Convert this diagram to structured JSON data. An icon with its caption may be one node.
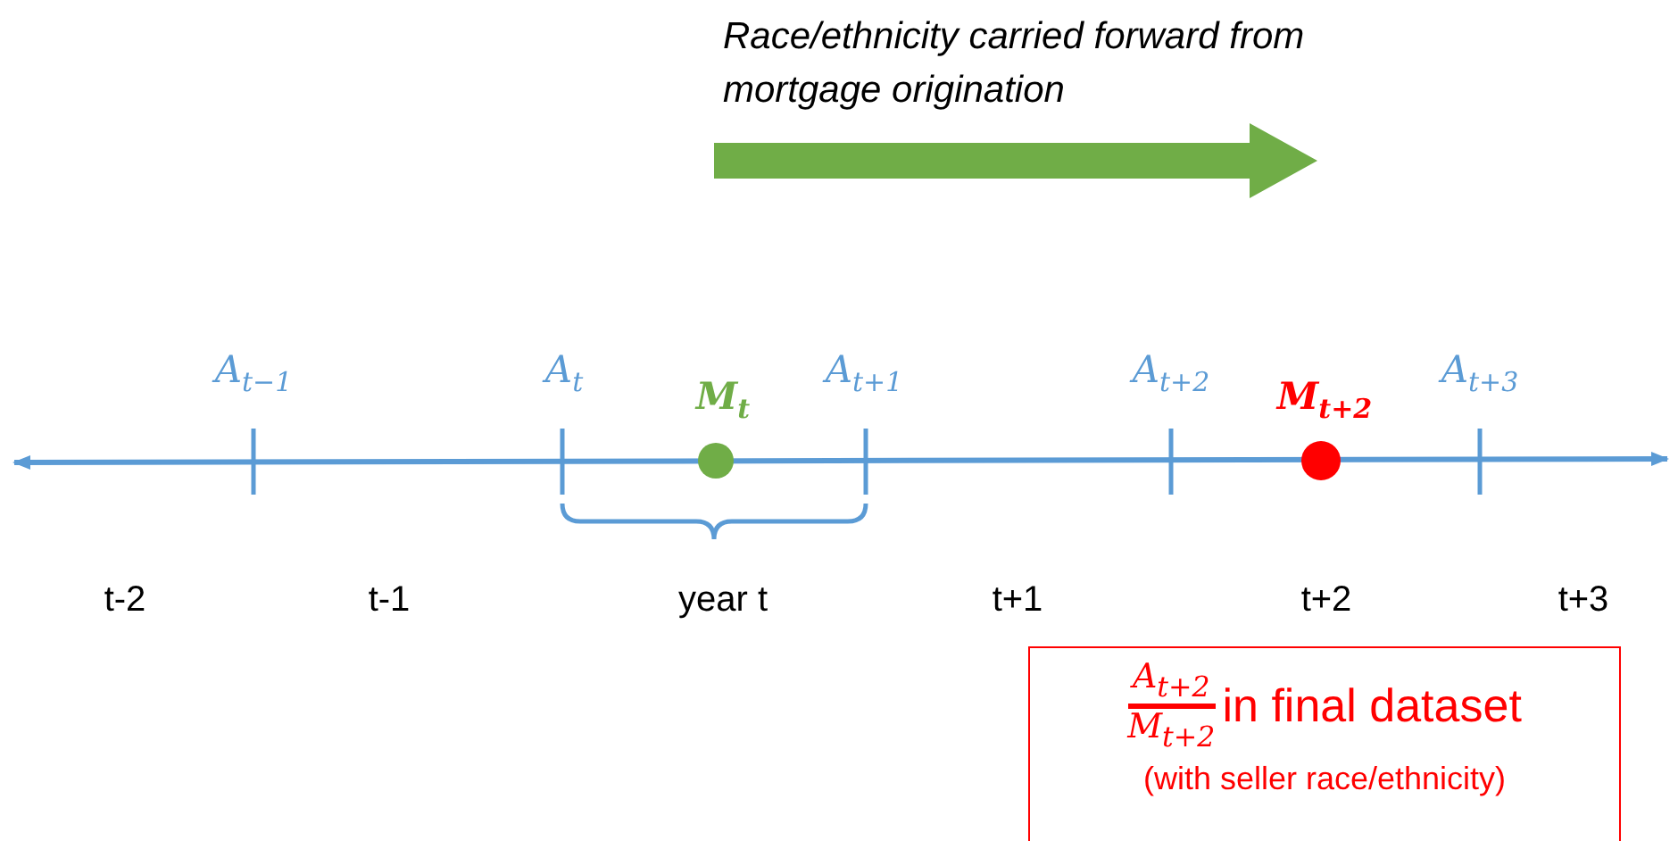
{
  "diagram": {
    "nodes": [
      {
        "text": [
          "A$_{t+2}$",
          "M$_{t+2}$",
          "in final dataset",
          "(with seller race/ethnicity)"
        ]
      }
    ],
    "edges": [],
    "labels": [
      "Race/ethnicity carried forward from mortgage origination",
      "A$_{t−1}$",
      "A$_{t}$",
      "M$_{t}$",
      "A$_{t+1}$",
      "A$_{t+2}$",
      "M$_{t+2}$",
      "A$_{t+3}$",
      "t-2",
      "t-1",
      "year t",
      "t+1",
      "t+2",
      "t+3"
    ]
  }
}
